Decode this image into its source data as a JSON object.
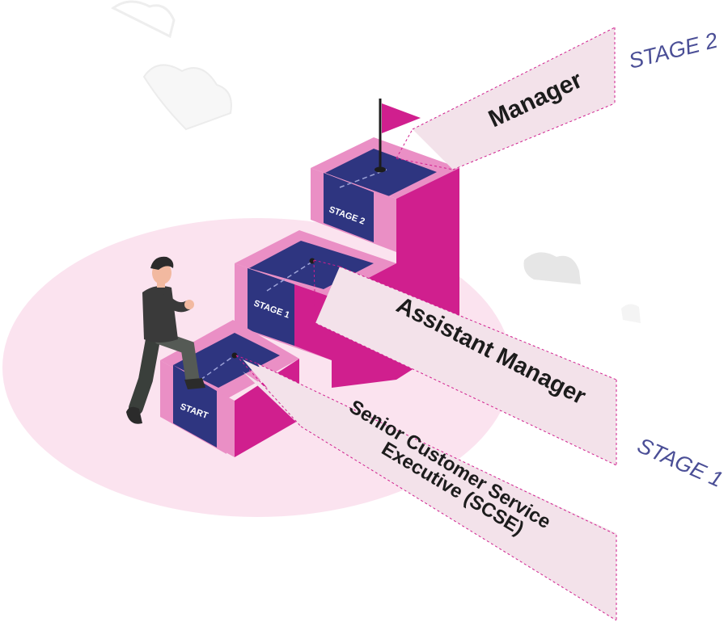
{
  "stage_labels": {
    "stage2": "STAGE 2",
    "stage1": "STAGE 1"
  },
  "steps": {
    "start": "START",
    "stage1": "STAGE 1",
    "stage2": "STAGE 2"
  },
  "banners": {
    "manager": "Manager",
    "assistant_manager": "Assistant Manager",
    "scse_line1": "Senior Customer Service",
    "scse_line2": "Executive (SCSE)"
  },
  "colors": {
    "magenta": "#d01f8e",
    "magenta_light": "#ea8fc5",
    "navy": "#2e3580",
    "banner_fill": "#f3e2ea",
    "banner_outline": "#d01f8e",
    "stage_text": "#4a4e96",
    "ground": "#fbe3ef"
  }
}
